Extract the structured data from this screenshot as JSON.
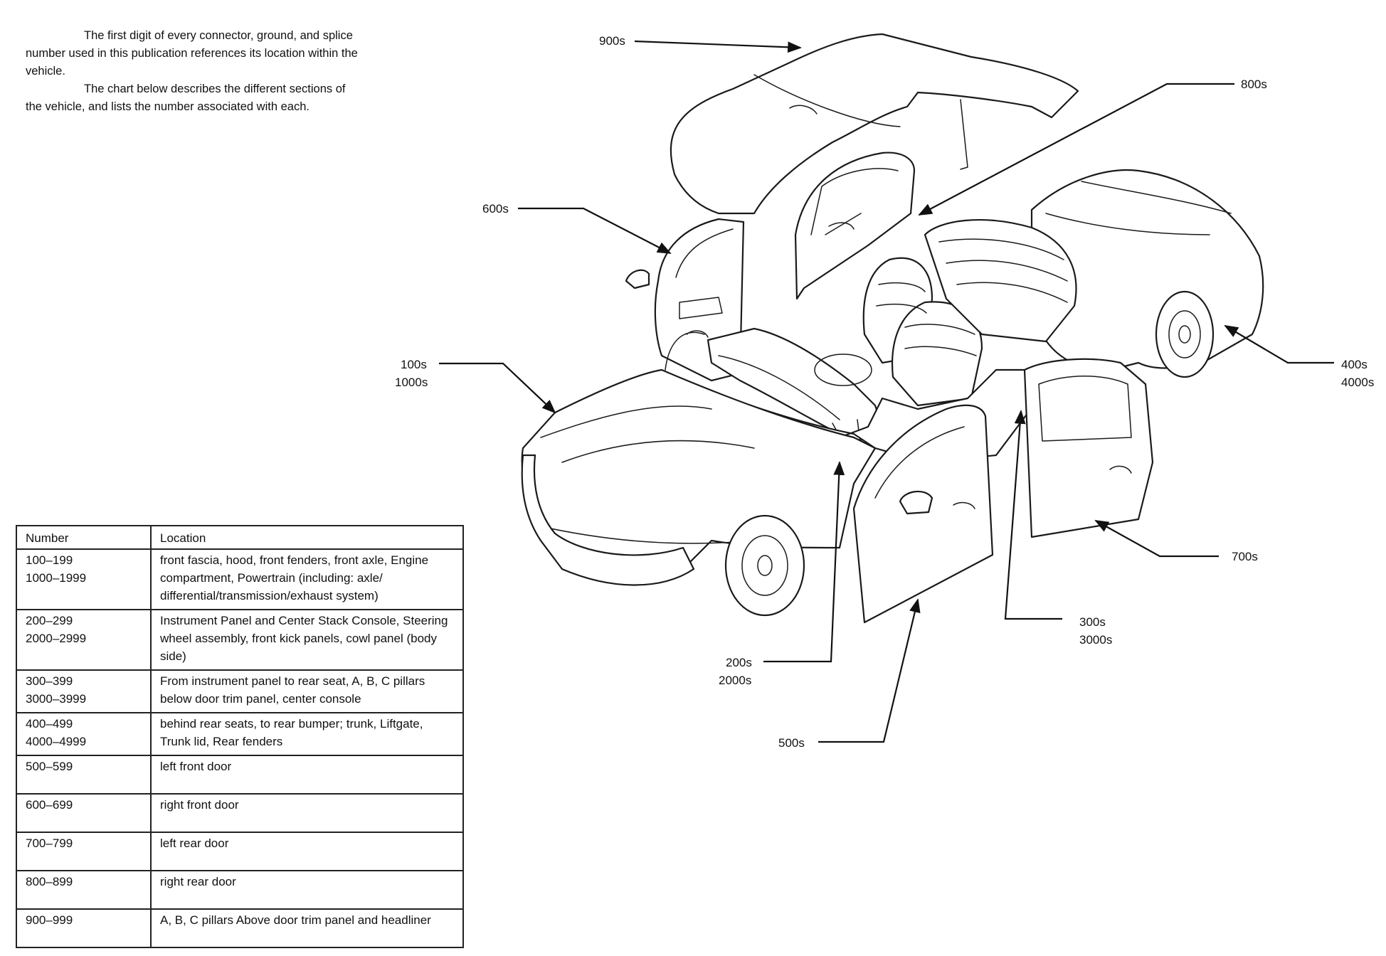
{
  "intro": {
    "para1": "The first digit of every connector, ground, and splice number used in this publication references its location within the vehicle.",
    "para2": "The chart below describes the different sections of the vehicle, and lists the number associated with each."
  },
  "table": {
    "headers": [
      "Number",
      "Location"
    ],
    "rows": [
      {
        "numbers": [
          "100–199",
          "1000–1999"
        ],
        "location": "front fascia, hood, front fenders, front axle, Engine compartment, Powertrain (including: axle/ differential/transmission/exhaust system)"
      },
      {
        "numbers": [
          "200–299",
          "2000–2999"
        ],
        "location": "Instrument Panel and Center Stack Console, Steering wheel assembly, front kick panels, cowl panel (body side)"
      },
      {
        "numbers": [
          "300–399",
          "3000–3999"
        ],
        "location": "From instrument panel to rear seat, A, B, C pillars below door trim panel, center console"
      },
      {
        "numbers": [
          "400–499",
          "4000–4999"
        ],
        "location": "behind rear seats, to rear bumper; trunk, Liftgate, Trunk lid, Rear fenders"
      },
      {
        "numbers": [
          "500–599"
        ],
        "location": "left front door"
      },
      {
        "numbers": [
          "600–699"
        ],
        "location": "right front door"
      },
      {
        "numbers": [
          "700–799"
        ],
        "location": "left rear door"
      },
      {
        "numbers": [
          "800–899"
        ],
        "location": "right rear door"
      },
      {
        "numbers": [
          "900–999"
        ],
        "location": "A, B, C pillars Above door trim panel and headliner"
      }
    ]
  },
  "callouts": {
    "c900": "900s",
    "c800": "800s",
    "c600": "600s",
    "c100a": "100s",
    "c100b": "1000s",
    "c400a": "400s",
    "c400b": "4000s",
    "c700": "700s",
    "c300a": "300s",
    "c300b": "3000s",
    "c200a": "200s",
    "c200b": "2000s",
    "c500": "500s"
  }
}
